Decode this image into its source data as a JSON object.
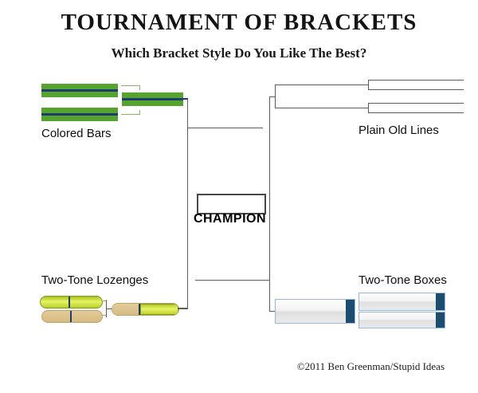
{
  "poster": {
    "title": "TOURNAMENT OF BRACKETS",
    "subtitle": "Which Bracket Style Do You Like The Best?",
    "champion_label": "CHAMPION",
    "credit": "©2011 Ben Greenman/Stupid Ideas"
  },
  "contenders": [
    {
      "id": "colored-bars",
      "label": "Colored Bars",
      "position": "top-left"
    },
    {
      "id": "plain-old-lines",
      "label": "Plain Old Lines",
      "position": "top-right"
    },
    {
      "id": "two-tone-lozenges",
      "label": "Two-Tone Lozenges",
      "position": "bottom-left"
    },
    {
      "id": "two-tone-boxes",
      "label": "Two-Tone Boxes",
      "position": "bottom-right"
    }
  ],
  "colors": {
    "bar_green": "#54a42f",
    "stripe_navy": "#1e3c6c",
    "bracket_sage": "#8fae66",
    "line_gray": "#5c5c5c",
    "pill_chartreuse": "#d9ec4d",
    "pill_tan": "#dcc28d",
    "box_border_blue": "#96b8de",
    "box_endcap_navy": "#1d4c71"
  }
}
